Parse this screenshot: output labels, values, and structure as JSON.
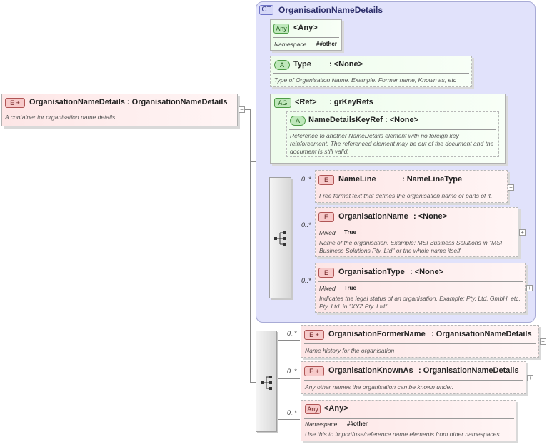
{
  "root": {
    "badge": "E",
    "title": "OrganisationNameDetails : OrganisationNameDetails",
    "description": "A container for organisation name details."
  },
  "complex_type": {
    "badge": "CT",
    "title": "OrganisationNameDetails"
  },
  "any_attr": {
    "badge": "Any",
    "title": "<Any>",
    "namespace_label": "Namespace",
    "namespace_value": "##other"
  },
  "type_attr": {
    "badge": "A",
    "name": "Type",
    "type": ": <None>",
    "description": "Type of Organisation Name. Example: Former name, Known as, etc"
  },
  "attr_group": {
    "badge": "AG",
    "name": "<Ref>",
    "type": ": grKeyRefs",
    "inner": {
      "badge": "A",
      "title": "NameDetailsKeyRef : <None>",
      "description": "Reference to another NameDetails element with no foreign key reinforcement. The referenced element may be out of the document and the document is still valid."
    }
  },
  "inner_elements": [
    {
      "occurrence": "0..*",
      "badge": "E",
      "name": "NameLine",
      "type": ": NameLineType",
      "description": "Free format text that defines the organisation name or parts of it."
    },
    {
      "occurrence": "0..*",
      "badge": "E",
      "name": "OrganisationName",
      "type": ": <None>",
      "mixed_label": "Mixed",
      "mixed_value": "True",
      "description": "Name of the organisation. Example: MSI Business Solutions in \"MSI Business Solutions Pty. Ltd\" or the whole name itself"
    },
    {
      "occurrence": "0..*",
      "badge": "E",
      "name": "OrganisationType",
      "type": ": <None>",
      "mixed_label": "Mixed",
      "mixed_value": "True",
      "description": "Indicates the legal status of an organisation. Example: Pty, Ltd, GmbH, etc. Pty. Ltd. in \"XYZ Pty. Ltd\""
    }
  ],
  "outer_elements": [
    {
      "occurrence": "0..*",
      "badge": "E",
      "name": "OrganisationFormerName",
      "type": ": OrganisationNameDetails",
      "description": "Name history for the organisation"
    },
    {
      "occurrence": "0..*",
      "badge": "E",
      "name": "OrganisationKnownAs",
      "type": ": OrganisationNameDetails",
      "description": "Any other names the organisation can be known under."
    },
    {
      "occurrence": "0..*",
      "badge": "Any",
      "name": "<Any>",
      "namespace_label": "Namespace",
      "namespace_value": "##other",
      "description": "Use this to import/use/reference name elements from other namespaces"
    }
  ],
  "collapse_glyph": "−",
  "expand_glyph": "+"
}
